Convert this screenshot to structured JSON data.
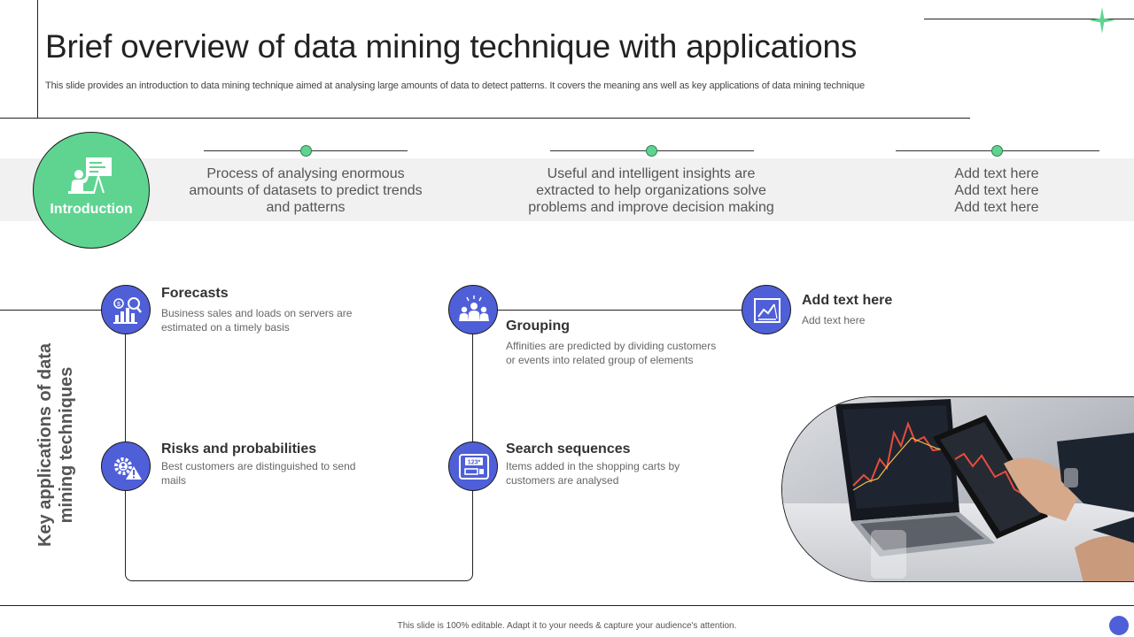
{
  "header": {
    "title": "Brief overview of data mining technique with applications",
    "subtitle": "This slide provides an introduction to data mining technique aimed at analysing large amounts of data to detect patterns. It covers the meaning ans well as key applications of data mining technique"
  },
  "intro": {
    "label": "Introduction",
    "icon": "presentation-icon",
    "columns": [
      {
        "lines": [
          "Process of analysing enormous",
          "amounts of datasets to predict trends",
          "and patterns"
        ]
      },
      {
        "lines": [
          "Useful and intelligent insights are",
          "extracted to help organizations solve",
          "problems and improve decision making"
        ]
      },
      {
        "lines": [
          "Add text here",
          "Add text here",
          "Add text here"
        ]
      }
    ]
  },
  "applications": {
    "heading_line1": "Key applications of data",
    "heading_line2": "mining techniques",
    "items": [
      {
        "title": "Forecasts",
        "desc": "Business sales and loads on servers  are estimated on a timely basis",
        "icon": "forecast-chart-icon"
      },
      {
        "title": "Grouping",
        "desc": "Affinities are predicted by dividing customers or events  into related group of elements",
        "icon": "group-people-icon"
      },
      {
        "title": "Add text here",
        "desc": "Add text here",
        "icon": "line-chart-icon"
      },
      {
        "title": "Risks and probabilities",
        "desc": "Best customers are distinguished to send mails",
        "icon": "risk-gear-icon"
      },
      {
        "title": "Search sequences",
        "desc": "Items added in the shopping carts by customers are analysed",
        "icon": "sequence-search-icon"
      }
    ]
  },
  "footer": {
    "note": "This slide is 100% editable.  Adapt it to your needs & capture your audience's attention."
  },
  "colors": {
    "green": "#5fd491",
    "blue": "#4f5fd8",
    "band": "#f1f1f1"
  }
}
